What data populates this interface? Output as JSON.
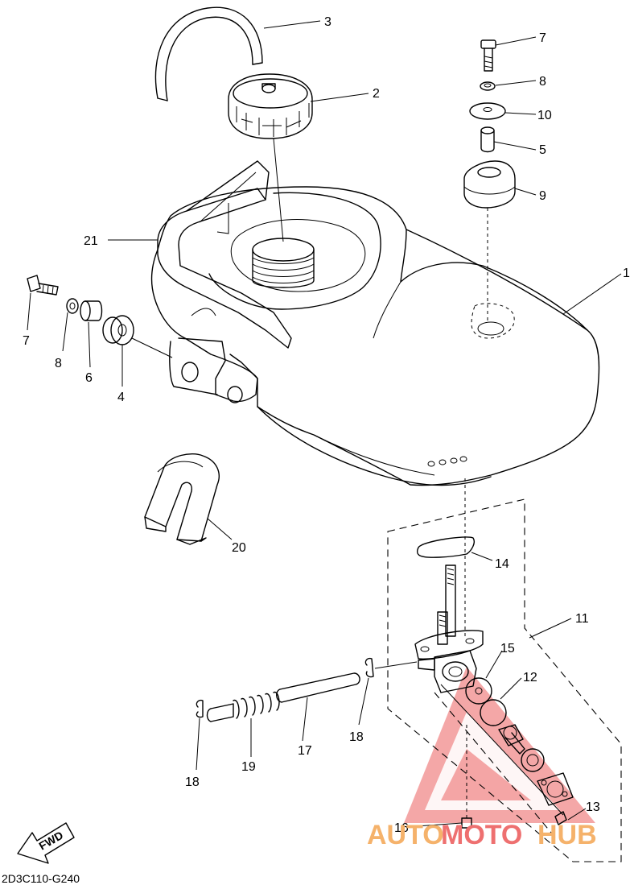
{
  "diagram_code": "2D3C110-G240",
  "fwd_arrow_label": "FWD",
  "watermark": {
    "brand_part1": "AUTO",
    "brand_part2": "MOTO",
    "brand_part3": "HUB",
    "color_orange": "#f5b26b",
    "color_red": "#ee7070"
  },
  "labels": {
    "p1": "1",
    "p2": "2",
    "p3": "3",
    "p4": "4",
    "p5": "5",
    "p6": "6",
    "p7a": "7",
    "p7b": "7",
    "p8a": "8",
    "p8b": "8",
    "p9": "9",
    "p10": "10",
    "p11": "11",
    "p12": "12",
    "p13": "13",
    "p14": "14",
    "p15": "15",
    "p16": "16",
    "p17": "17",
    "p18a": "18",
    "p18b": "18",
    "p19": "19",
    "p20": "20",
    "p21": "21"
  }
}
